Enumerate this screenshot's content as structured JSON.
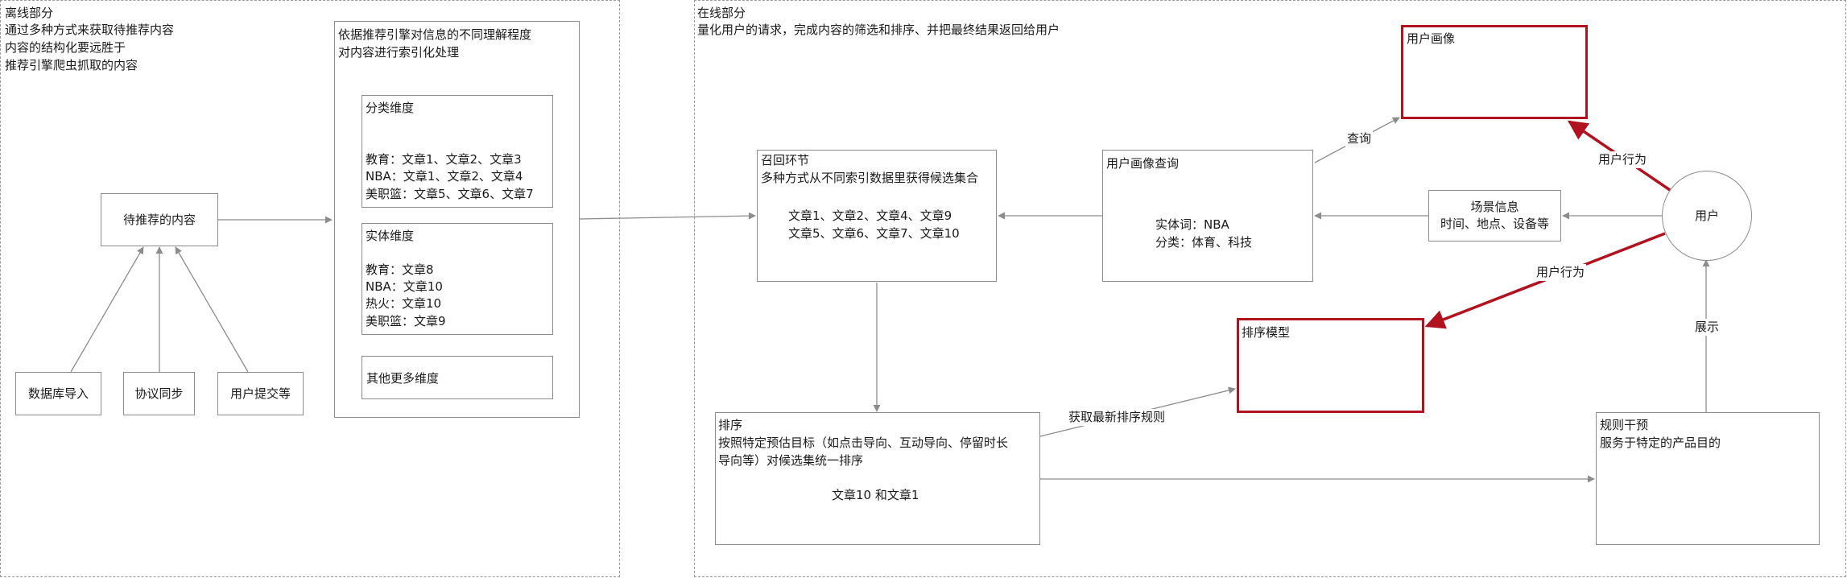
{
  "colors": {
    "accent": "#b0121f",
    "line": "#8c8c8c",
    "region_border": "#9a9a9a"
  },
  "offline": {
    "title": "离线部分",
    "desc": [
      "通过多种方式来获取待推荐内容",
      "内容的结构化要远胜于",
      "推荐引擎爬虫抓取的内容"
    ],
    "content_box": "待推荐的内容",
    "sources": [
      "数据库导入",
      "协议同步",
      "用户提交等"
    ],
    "index": {
      "title": [
        "依据推荐引擎对信息的不同理解程度",
        "对内容进行索引化处理"
      ],
      "category": {
        "title": "分类维度",
        "lines": [
          "教育：文章1、文章2、文章3",
          "NBA：文章1、文章2、文章4",
          "美职篮：文章5、文章6、文章7"
        ]
      },
      "entity": {
        "title": "实体维度",
        "lines": [
          "教育：文章8",
          "NBA：文章10",
          "热火：文章10",
          "美职篮：文章9"
        ]
      },
      "more": "其他更多维度"
    }
  },
  "online": {
    "title": "在线部分",
    "desc": "量化用户的请求，完成内容的筛选和排序、并把最终结果返回给用户",
    "recall": {
      "title": "召回环节",
      "desc": "多种方式从不同索引数据里获得候选集合",
      "lines": [
        "文章1、文章2、文章4、文章9",
        "文章5、文章6、文章7、文章10"
      ]
    },
    "profile_query": {
      "title": "用户画像查询",
      "lines": [
        "实体词：NBA",
        "分类：体育、科技"
      ]
    },
    "user_profile": "用户画像",
    "scene": [
      "场景信息",
      "时间、地点、设备等"
    ],
    "user": "用户",
    "rank_model": "排序模型",
    "ranking": {
      "title": "排序",
      "desc": [
        "按照特定预估目标（如点击导向、互动导向、停留时长",
        "导向等）对候选集统一排序"
      ],
      "result": "文章10 和文章1"
    },
    "rules": {
      "title": "规则干预",
      "desc": "服务于特定的产品目的"
    },
    "edge_labels": {
      "query": "查询",
      "behavior_top": "用户行为",
      "behavior_mid": "用户行为",
      "latest_rules": "获取最新排序规则",
      "show": "展示"
    }
  }
}
